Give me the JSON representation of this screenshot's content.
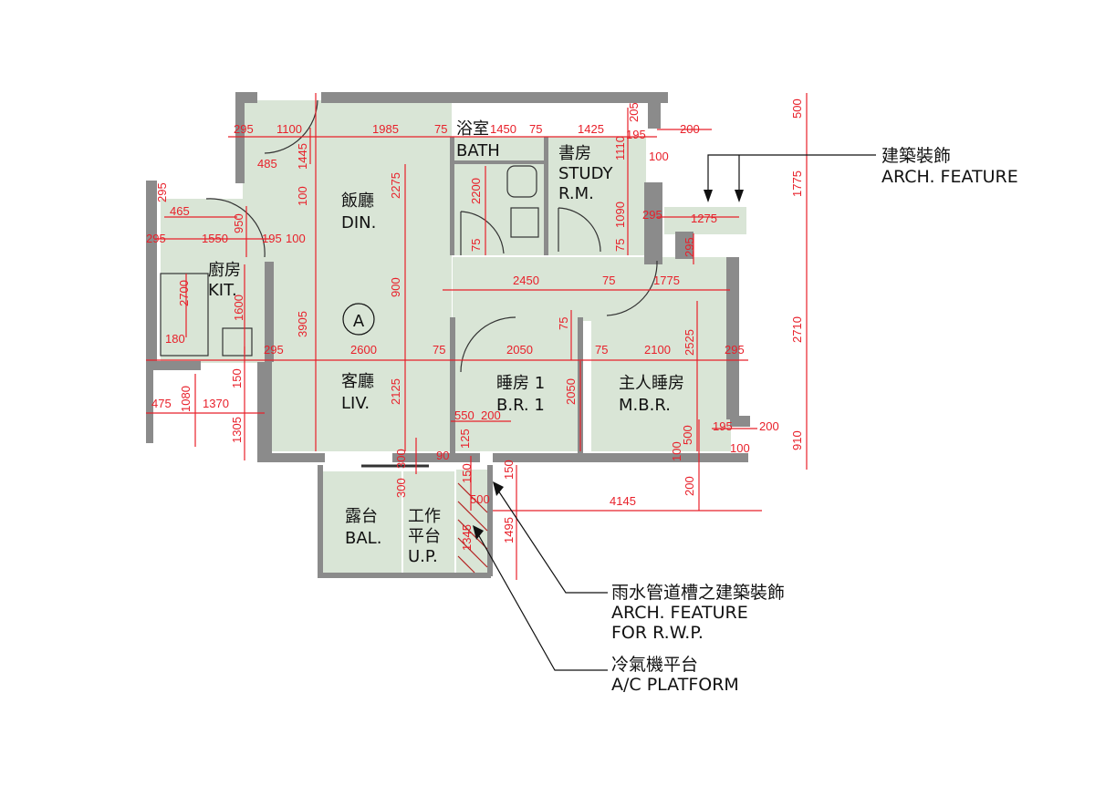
{
  "rooms": {
    "dining": {
      "zh": "飯廳",
      "en": "DIN."
    },
    "bath": {
      "zh": "浴室",
      "en": "BATH"
    },
    "study": {
      "zh": "書房",
      "en": "STUDY",
      "en2": "R.M."
    },
    "kitchen": {
      "zh": "廚房",
      "en": "KIT."
    },
    "living": {
      "zh": "客廳",
      "en": "LIV."
    },
    "bedroom1": {
      "zh": "睡房 1",
      "en": "B.R. 1"
    },
    "master_bedroom": {
      "zh": "主人睡房",
      "en": "M.B.R."
    },
    "balcony": {
      "zh": "露台",
      "en": "BAL."
    },
    "utility_platform": {
      "zh1": "工作",
      "zh2": "平台",
      "en": "U.P."
    }
  },
  "flat_marker": "A",
  "callouts": {
    "arch_feature": {
      "zh": "建築裝飾",
      "en": "ARCH. FEATURE"
    },
    "arch_feature_rwp": {
      "zh": "雨水管道槽之建築裝飾",
      "en1": "ARCH. FEATURE",
      "en2": "FOR R.W.P."
    },
    "ac_platform": {
      "zh": "冷氣機平台",
      "en": "A/C PLATFORM"
    }
  },
  "dimensions": {
    "d295a": "295",
    "d1100": "1100",
    "d1985": "1985",
    "d75a": "75",
    "d1450": "1450",
    "d75b": "75",
    "d1425": "1425",
    "d205": "205",
    "d195a": "195",
    "d200a": "200",
    "d500a": "500",
    "d1110": "1110",
    "d100a": "100",
    "d1775v": "1775",
    "d485": "485",
    "d1445": "1445",
    "d2275": "2275",
    "d2200": "2200",
    "d295b": "295",
    "d465": "465",
    "d100b": "100",
    "d950": "950",
    "d1090": "1090",
    "d295c": "295",
    "d1275": "1275",
    "d295d": "295",
    "d1550": "1550",
    "d195b": "195",
    "d100c": "100",
    "d75c": "75",
    "d75d": "75",
    "d295e": "295",
    "d2710": "2710",
    "d2450": "2450",
    "d75e": "75",
    "d1775h": "1775",
    "d2700": "2700",
    "d1600": "1600",
    "d900": "900",
    "d75f": "75",
    "d2525": "2525",
    "d3905": "3905",
    "d180": "180",
    "d295f": "295",
    "d2600": "2600",
    "d75g": "75",
    "d2050a": "2050",
    "d75h": "75",
    "d2100": "2100",
    "d295g": "295",
    "d150a": "150",
    "d2125": "2125",
    "d2050b": "2050",
    "d475": "475",
    "d1080": "1080",
    "d1370": "1370",
    "d1305": "1305",
    "d550": "550",
    "d200b": "200",
    "d500b": "500",
    "d195c": "195",
    "d200c": "200",
    "d100d": "100",
    "d100e": "100",
    "d910": "910",
    "d125": "125",
    "d90": "90",
    "d300": "300",
    "d300b": "300",
    "d150b": "150",
    "d150c": "150",
    "d500c": "500",
    "d200d": "200",
    "d4145": "4145",
    "d1345": "1345",
    "d1495": "1495"
  },
  "colors": {
    "room_fill": "#d9e5d6",
    "wall": "#8b8b8b",
    "dimension": "#e8202a",
    "text": "#111111"
  }
}
